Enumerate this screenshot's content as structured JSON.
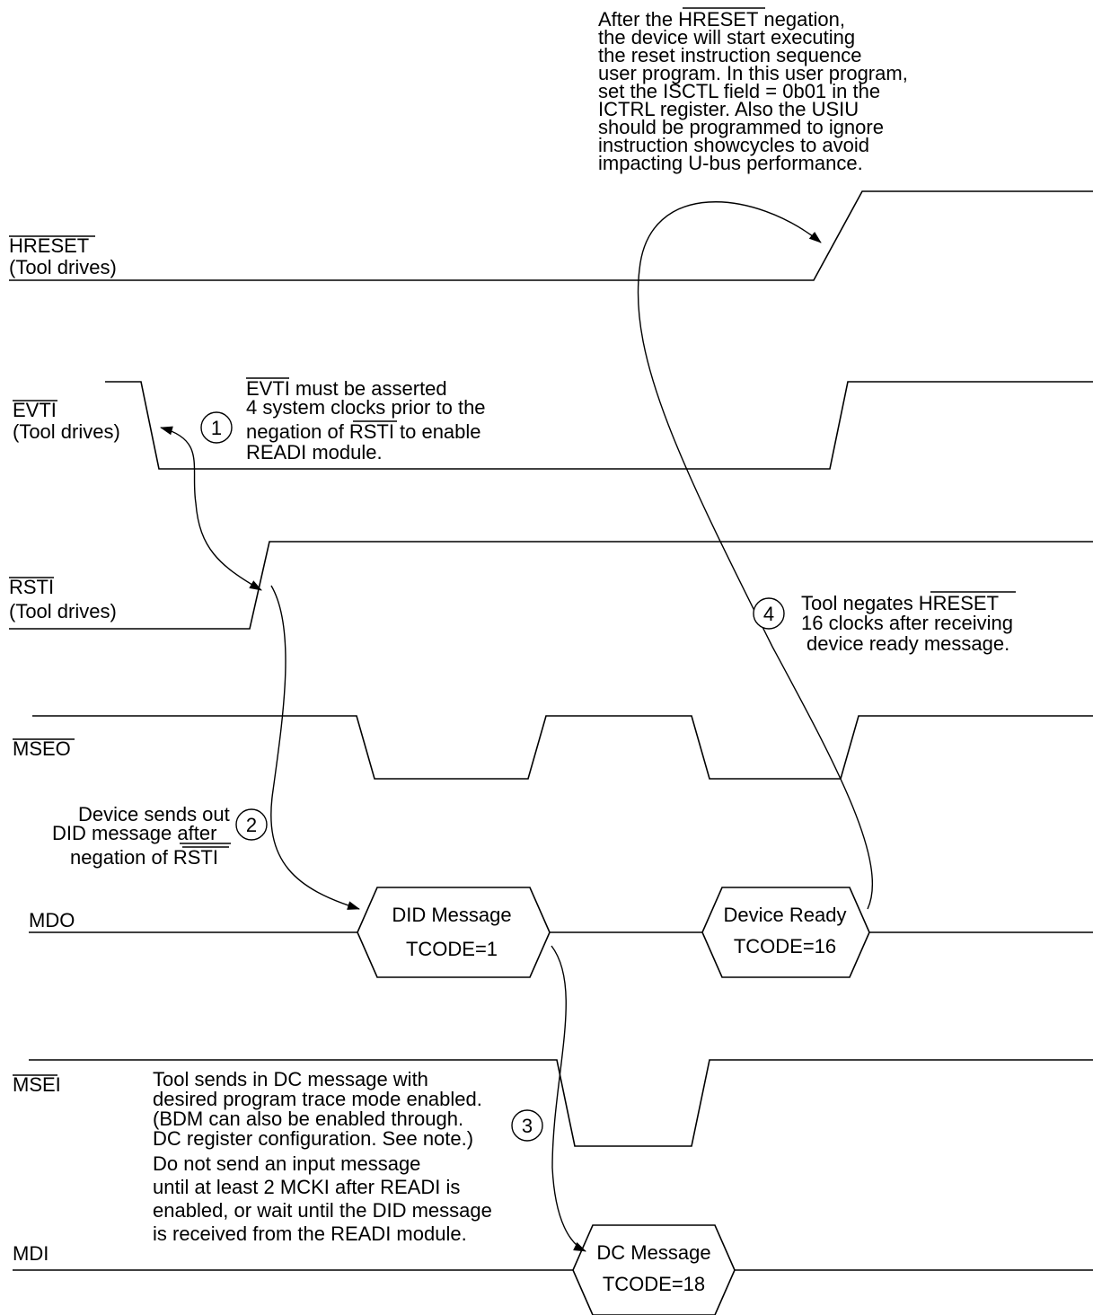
{
  "signals": {
    "hreset": {
      "name": "HRESET",
      "sub": "(Tool drives)"
    },
    "evti": {
      "name": "EVTI",
      "sub": "(Tool drives)"
    },
    "rsti": {
      "name": "RSTI",
      "sub": "(Tool drives)"
    },
    "mseo": {
      "name": "MSEO"
    },
    "mdo": {
      "name": "MDO"
    },
    "msei": {
      "name": "MSEI"
    },
    "mdi": {
      "name": "MDI"
    }
  },
  "messages": {
    "did": {
      "line1": "DID Message",
      "line2": "TCODE=1"
    },
    "ready": {
      "line1": "Device Ready",
      "line2": "TCODE=16"
    },
    "dc": {
      "line1": "DC Message",
      "line2": "TCODE=18"
    }
  },
  "steps": [
    "1",
    "2",
    "3",
    "4"
  ],
  "notes": {
    "top": [
      "After the",
      "HRESET",
      "negation,",
      "the device will start executing",
      "the reset instruction sequence",
      "user program. In this user program,",
      "set the ISCTL field = 0b01 in the",
      "ICTRL register. Also the USIU",
      "should be programmed to ignore",
      "instruction showcycles to avoid",
      "impacting U-bus performance."
    ],
    "evti": [
      "EVTI",
      "must be asserted",
      "4 system clocks prior to the",
      "negation of",
      "RSTI",
      "to enable",
      "READI module."
    ],
    "hreset_neg": [
      "Tool negates",
      "HRESET",
      "16 clocks after receiving",
      "device ready message."
    ],
    "did": [
      "Device sends out",
      "DID message after",
      "negation of",
      "RSTI"
    ],
    "dc": [
      "Tool sends in DC message with",
      "desired program trace mode enabled.",
      "(BDM can also be enabled through.",
      "DC register configuration. See note.)",
      "Do not send an input message",
      "until at least 2 MCKI after READI is",
      "enabled, or wait until the DID message",
      "is received from the READI module."
    ]
  }
}
